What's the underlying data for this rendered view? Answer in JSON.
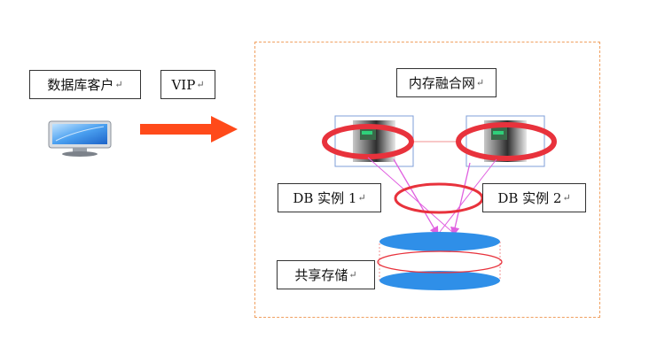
{
  "labels": {
    "client": "数据库客户",
    "vip": "VIP",
    "interconnect": "内存融合网",
    "db_instance_1": "DB 实例 1",
    "db_instance_2": "DB 实例 2",
    "shared_storage": "共享存储"
  },
  "return_mark": "↵",
  "colors": {
    "arrow": "#ff4a1a",
    "ring": "#e8323c",
    "storage_disk": "#2f8fe8",
    "link_line": "#e060e0",
    "frame": "#f0a060"
  },
  "icons": {
    "client": "monitor-icon",
    "server": "server-icon",
    "storage": "disk-stack-icon"
  }
}
